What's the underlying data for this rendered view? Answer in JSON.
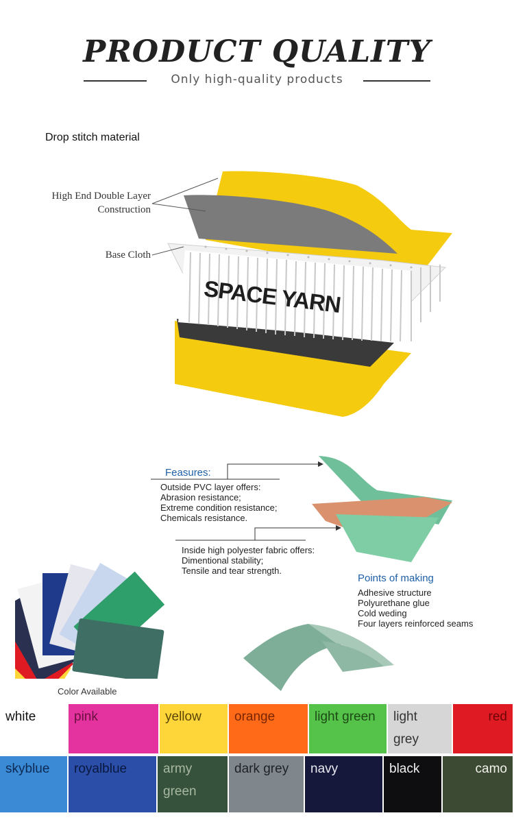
{
  "header": {
    "title": "PRODUCT QUALITY",
    "subtitle": "Only high-quality products"
  },
  "section1": {
    "label": "Drop stitch material",
    "callout_layer_line1": "High End Double Layer",
    "callout_layer_line2": "Construction",
    "callout_base": "Base Cloth",
    "space_yarn": "SPACE YARN"
  },
  "section2": {
    "features_title": "Feasures:",
    "outside_lines": [
      "Outside PVC layer offers:",
      "Abrasion resistance;",
      "Extreme condition resistance;",
      "Chemicals resistance."
    ],
    "inside_lines": [
      "Inside high polyester fabric offers:",
      "Dimentional stability;",
      "Tensile and tear strength."
    ],
    "points_title": "Points of making",
    "points_lines": [
      "Adhesive structure",
      "Polyurethane glue",
      "Cold weding",
      "Four layers reinforced seams"
    ],
    "color_caption": "Color Available"
  },
  "swatches": {
    "row1": [
      {
        "name": "white",
        "color": "#ffffff",
        "text": "#111111"
      },
      {
        "name": "pink",
        "color": "#e4329e",
        "text": "#6a1040"
      },
      {
        "name": "yellow",
        "color": "#ffd63a",
        "text": "#5a4600"
      },
      {
        "name": "orange",
        "color": "#ff6a18",
        "text": "#7a2500"
      },
      {
        "name": "light green",
        "color": "#55c24a",
        "text": "#1d4a15"
      },
      {
        "name": "light grey",
        "color": "#d6d6d6",
        "text": "#333333"
      },
      {
        "name": "red",
        "color": "#e01a22",
        "text": "#6a0508"
      }
    ],
    "row2": [
      {
        "name": "skyblue",
        "color": "#3a8ad6",
        "text": "#0d2a55"
      },
      {
        "name": "royalblue",
        "color": "#2b4fa8",
        "text": "#0a1840"
      },
      {
        "name": "army green",
        "color": "#36523c",
        "text": "#a8b8a0"
      },
      {
        "name": "dark grey",
        "color": "#7f868c",
        "text": "#1e2226"
      },
      {
        "name": "navy",
        "color": "#15183a",
        "text": "#e8e8f0"
      },
      {
        "name": "black",
        "color": "#0e0e10",
        "text": "#f0f0f0"
      },
      {
        "name": "camo",
        "color": "#3c4a34",
        "text": "#f2f2ea"
      }
    ]
  }
}
